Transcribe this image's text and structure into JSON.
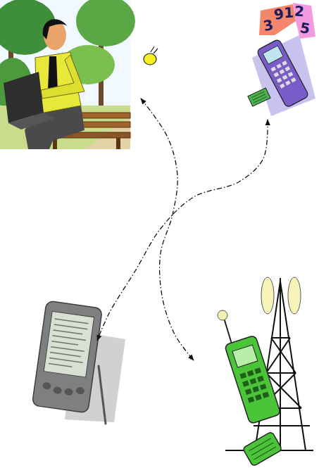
{
  "diagram": {
    "nodes": [
      {
        "text": []
      },
      {
        "text": [
          "3",
          "9",
          "1",
          "2",
          "5"
        ]
      },
      {
        "text": []
      },
      {
        "text": []
      }
    ],
    "edges": [
      {
        "from": 0,
        "to": 3,
        "arrow": "both"
      },
      {
        "from": 1,
        "to": 2,
        "arrow": "both"
      }
    ]
  }
}
